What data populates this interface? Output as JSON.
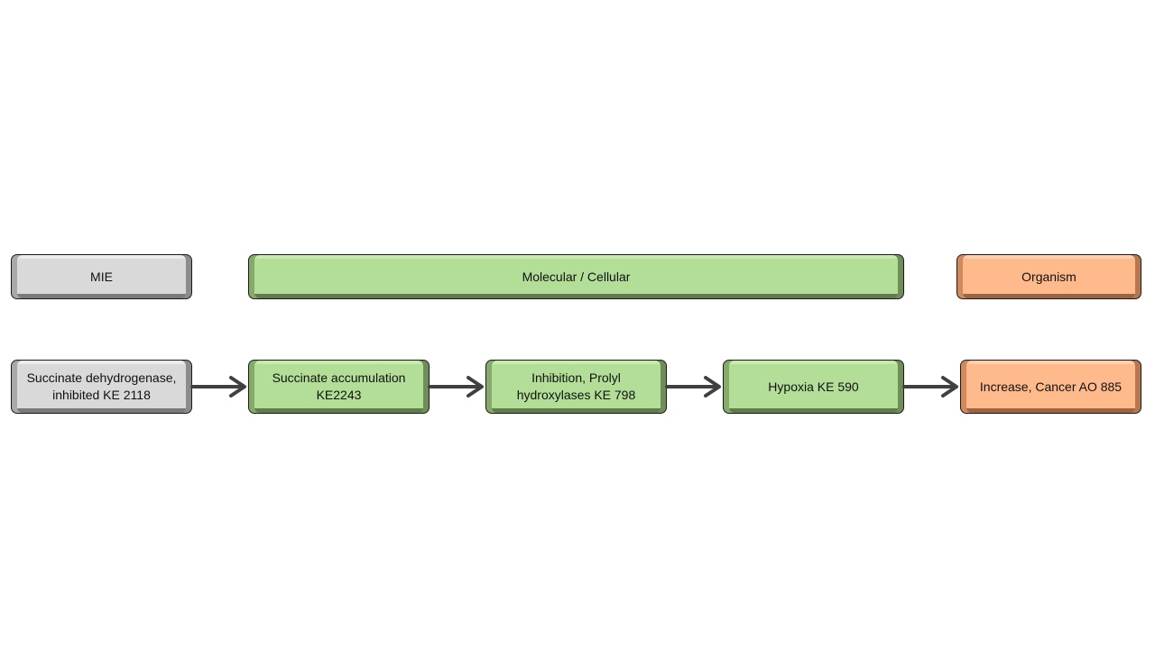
{
  "headers": {
    "mie": "MIE",
    "molecular_cellular": "Molecular / Cellular",
    "organism": "Organism"
  },
  "events": [
    {
      "label": "Succinate dehydrogenase, inhibited KE 2118"
    },
    {
      "label": "Succinate accumulation KE2243"
    },
    {
      "label": "Inhibition, Prolyl hydroxylases KE 798"
    },
    {
      "label": "Hypoxia KE 590"
    },
    {
      "label": "Increase, Cancer AO 885"
    }
  ],
  "colors": {
    "grey": "#d9d9d9",
    "green": "#b3de97",
    "orange": "#ffba8c",
    "arrow": "#404040"
  }
}
